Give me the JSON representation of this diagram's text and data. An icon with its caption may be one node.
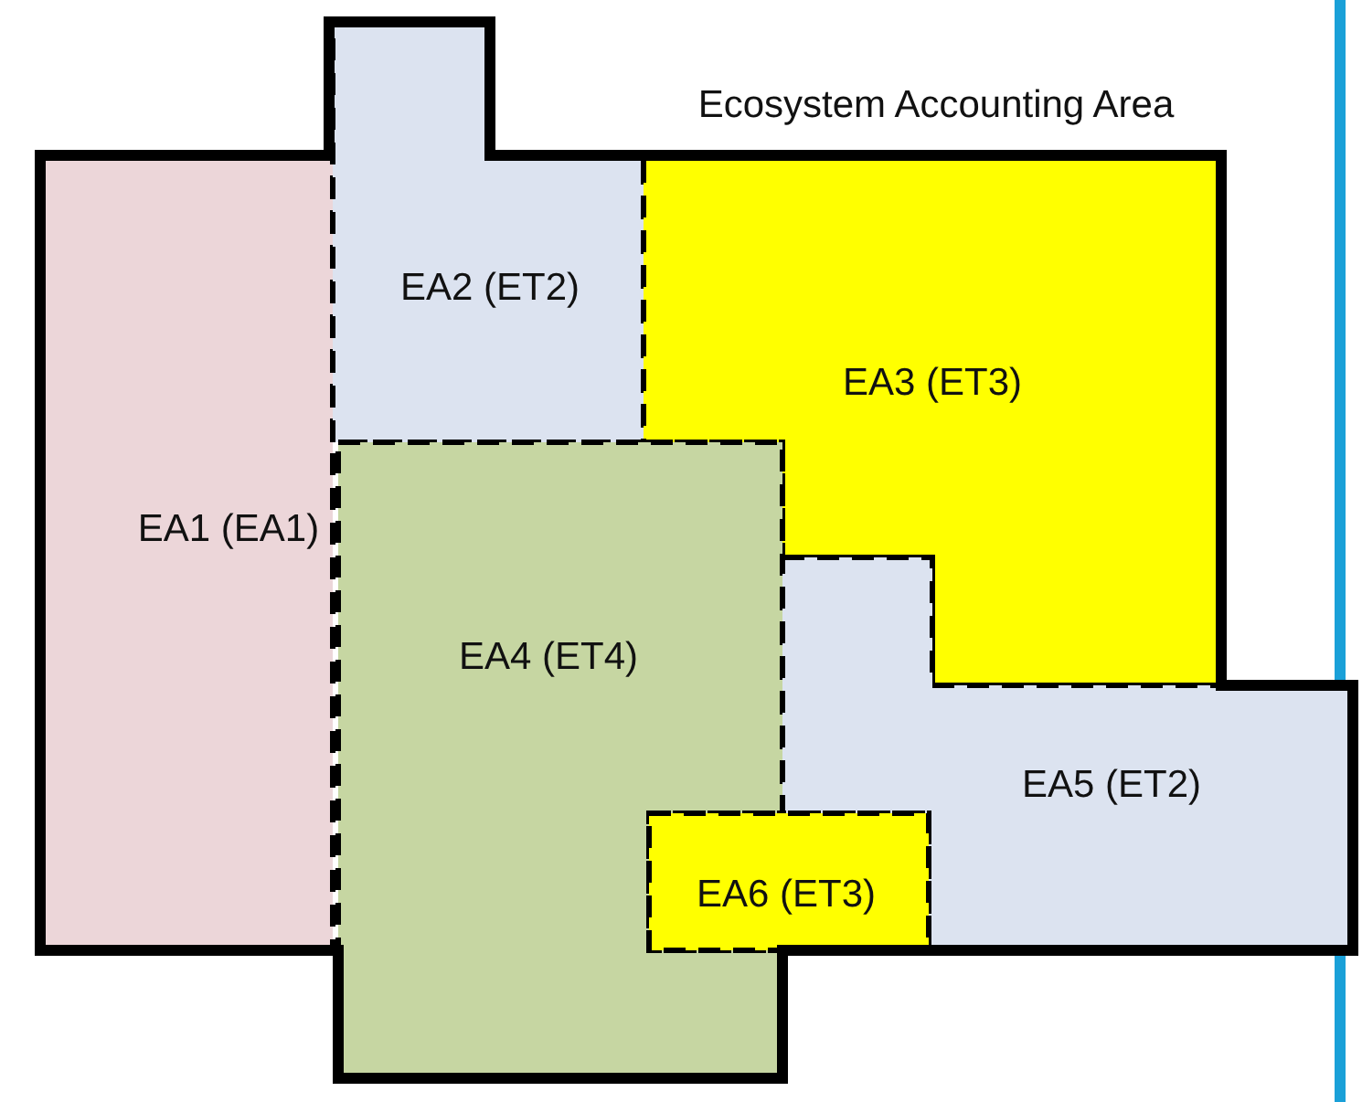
{
  "diagram": {
    "nodes": [
      {
        "text": [
          "Ecosystem Accounting Area"
        ]
      },
      {
        "text": [
          "EA1 (EA1)"
        ],
        "in": 0
      },
      {
        "text": [
          "EA2 (ET2)"
        ],
        "in": 0
      },
      {
        "text": [
          "EA3 (ET3)"
        ],
        "in": 0
      },
      {
        "text": [
          "EA4 (ET4)"
        ],
        "in": 0
      },
      {
        "text": [
          "EA5 (ET2)"
        ],
        "in": 0
      },
      {
        "text": [
          "EA6 (ET3)"
        ],
        "in": 0
      }
    ]
  }
}
